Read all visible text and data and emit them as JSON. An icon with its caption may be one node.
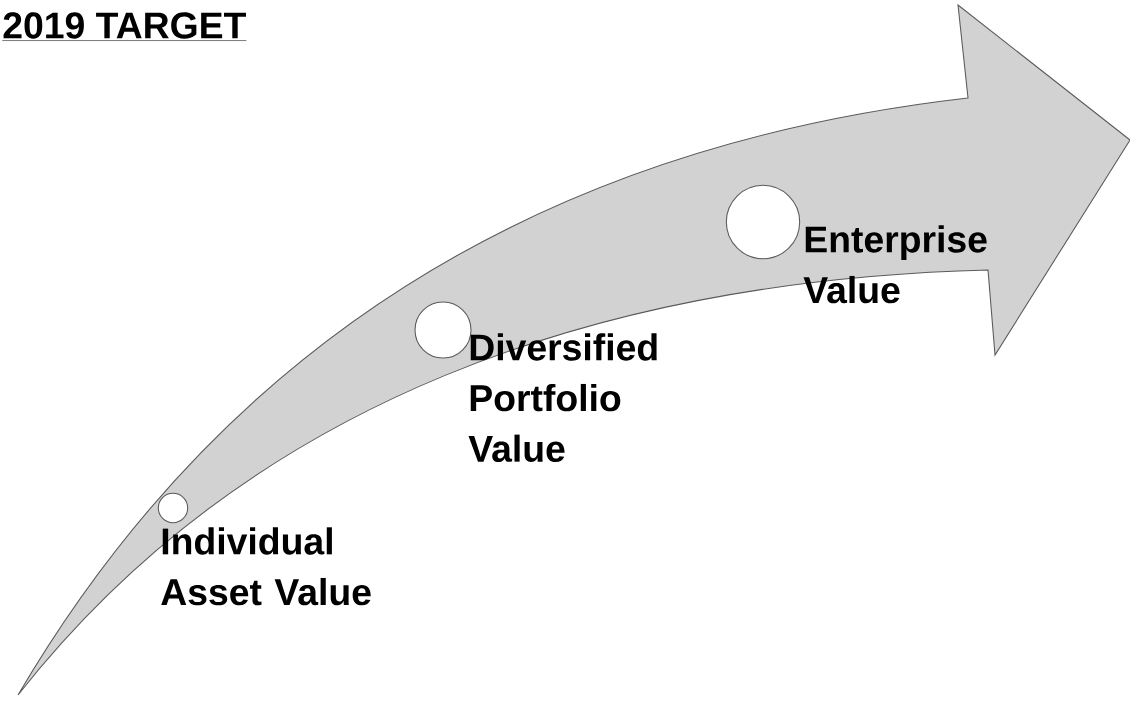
{
  "diagram": {
    "title": "2019 TARGET",
    "nodes": [
      {
        "text": [],
        "shape": "circle",
        "beside": [
          "Individual Asset Value"
        ]
      },
      {
        "text": [],
        "shape": "circle",
        "beside": [
          "Diversified Portfolio Value"
        ]
      },
      {
        "text": [],
        "shape": "circle",
        "beside": [
          "Enterprise Value"
        ]
      }
    ]
  }
}
